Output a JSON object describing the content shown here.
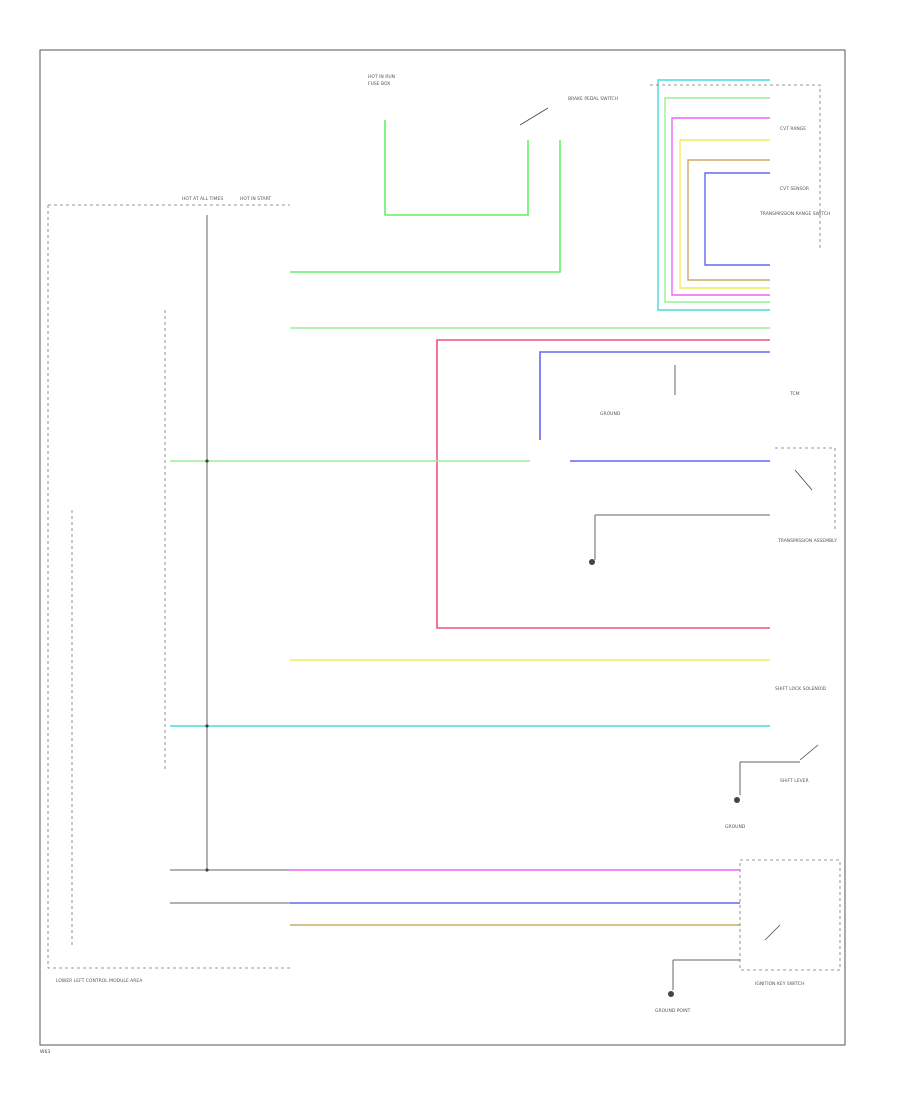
{
  "figure": {
    "footer_code": "W63",
    "bottom_left_label": "LOWER LEFT CONTROL MODULE AREA",
    "bottom_right_label": "IGNITION KEY SWITCH",
    "ground_label_bottom": "GROUND POINT",
    "top_fuse_label": "HOT IN RUN",
    "top_box_label": "FUSE BOX",
    "left_fuse_a": "HOT AT ALL TIMES",
    "left_fuse_b": "HOT IN START",
    "top_mid_label": "BRAKE PEDAL SWITCH",
    "right_top_label_1": "CVT RANGE",
    "right_top_label_2": "CVT SENSOR",
    "right_top_label_3": "TRANSMISSION RANGE SWITCH",
    "right_mid_label": "TCM",
    "right_mid2_label": "TRANSMISSION ASSEMBLY",
    "mid_ground_label": "GROUND",
    "shift_lock_label": "SHIFT LOCK SOLENOID",
    "shift_lever_label": "SHIFT LEVER",
    "ground2_label": "GROUND"
  },
  "colors": {
    "green": "#66ee66",
    "light_green": "#99ee99",
    "cyan": "#44dddd",
    "magenta": "#ee66ee",
    "yellow": "#eeee55",
    "tan": "#ccaa66",
    "blue": "#6666ee",
    "red": "#ee5577",
    "gray": "#666666"
  }
}
